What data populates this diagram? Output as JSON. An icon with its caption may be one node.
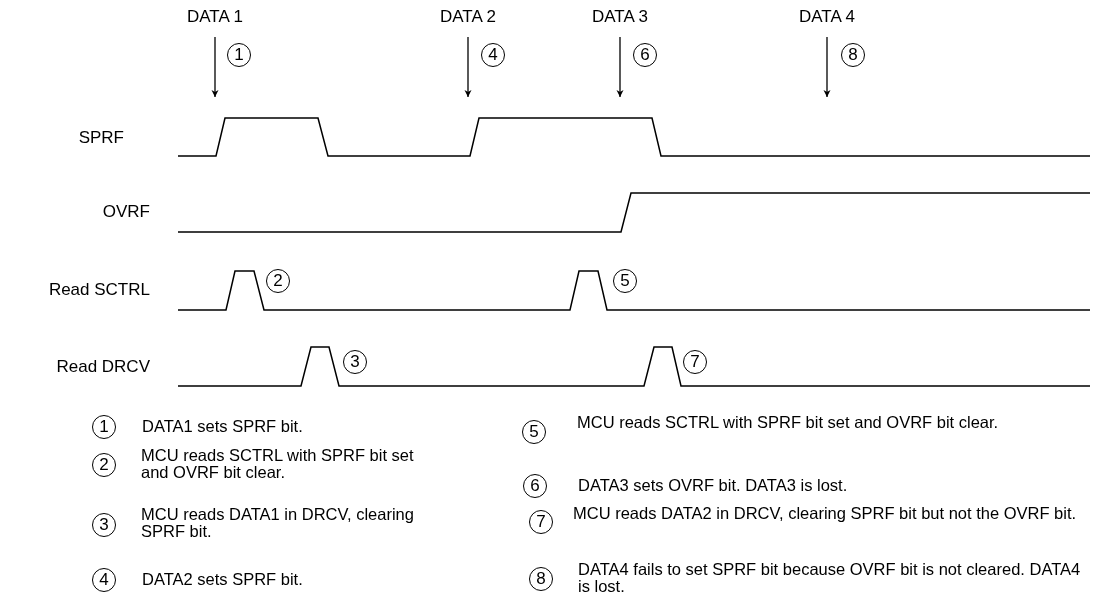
{
  "diagram": {
    "nodes": [
      {
        "text": [
          "DATA 1"
        ]
      },
      {
        "text": [
          "DATA 2"
        ]
      },
      {
        "text": [
          "DATA 3"
        ]
      },
      {
        "text": [
          "DATA 4"
        ]
      },
      {
        "text": [
          "1"
        ]
      },
      {
        "text": [
          "4"
        ]
      },
      {
        "text": [
          "6"
        ]
      },
      {
        "text": [
          "8"
        ]
      },
      {
        "text": [
          "2"
        ]
      },
      {
        "text": [
          "5"
        ]
      },
      {
        "text": [
          "3"
        ]
      },
      {
        "text": [
          "7"
        ]
      },
      {
        "text": [
          "1"
        ],
        "beside": [
          "DATA1 sets SPRF bit."
        ]
      },
      {
        "text": [
          "2"
        ],
        "beside": [
          "MCU reads SCTRL with SPRF bit set and OVRF bit clear."
        ]
      },
      {
        "text": [
          "3"
        ],
        "beside": [
          "MCU reads DATA1 in DRCV, clearing SPRF bit."
        ]
      },
      {
        "text": [
          "4"
        ],
        "beside": [
          "DATA2 sets SPRF bit."
        ]
      },
      {
        "text": [
          "5"
        ],
        "beside": [
          "MCU reads SCTRL with SPRF bit set and OVRF bit clear."
        ]
      },
      {
        "text": [
          "6"
        ],
        "beside": [
          "DATA3 sets OVRF bit. DATA3 is lost."
        ]
      },
      {
        "text": [
          "7"
        ],
        "beside": [
          "MCU reads DATA2 in DRCV, clearing SPRF bit but not the OVRF bit."
        ]
      },
      {
        "text": [
          "8"
        ],
        "beside": [
          "DATA4 fails to set SPRF bit because OVRF bit is not cleared. DATA4 is lost."
        ]
      }
    ],
    "edges": [
      {
        "from": 0,
        "to": null,
        "arrow": "to"
      },
      {
        "from": 1,
        "to": null,
        "arrow": "to"
      },
      {
        "from": 2,
        "to": null,
        "arrow": "to"
      },
      {
        "from": 3,
        "to": null,
        "arrow": "to"
      }
    ],
    "labels": [
      "SPRF",
      "OVRF",
      "Read SCTRL",
      "Read DRCV"
    ]
  }
}
